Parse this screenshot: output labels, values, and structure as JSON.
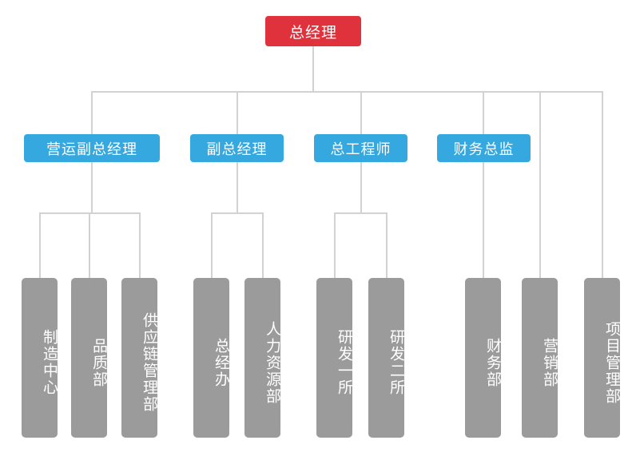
{
  "chart_data": {
    "type": "diagram",
    "title": "",
    "diagram_kind": "organization-chart",
    "orientation": "top-down",
    "colors": {
      "root": "#e0323c",
      "level2": "#35a8df",
      "leaf": "#9b9b9b",
      "connector": "#d0d2d4",
      "background": "#ffffff",
      "text": "#ffffff"
    },
    "levels": 3,
    "nodes": [
      {
        "id": "n0",
        "label": "总经理",
        "level": 1,
        "parent": null
      },
      {
        "id": "n1",
        "label": "营运副总经理",
        "level": 2,
        "parent": "n0"
      },
      {
        "id": "n2",
        "label": "副总经理",
        "level": 2,
        "parent": "n0"
      },
      {
        "id": "n3",
        "label": "总工程师",
        "level": 2,
        "parent": "n0"
      },
      {
        "id": "n4",
        "label": "财务总监",
        "level": 2,
        "parent": "n0"
      },
      {
        "id": "n5",
        "label": "制造中心",
        "level": 3,
        "parent": "n1"
      },
      {
        "id": "n6",
        "label": "品质部",
        "level": 3,
        "parent": "n1"
      },
      {
        "id": "n7",
        "label": "供应链管理部",
        "level": 3,
        "parent": "n1"
      },
      {
        "id": "n8",
        "label": "总经办",
        "level": 3,
        "parent": "n2"
      },
      {
        "id": "n9",
        "label": "人力资源部",
        "level": 3,
        "parent": "n2"
      },
      {
        "id": "n10",
        "label": "研发一所",
        "level": 3,
        "parent": "n3"
      },
      {
        "id": "n11",
        "label": "研发二所",
        "level": 3,
        "parent": "n3"
      },
      {
        "id": "n12",
        "label": "财务部",
        "level": 3,
        "parent": "n4"
      },
      {
        "id": "n13",
        "label": "营销部",
        "level": 3,
        "parent": "n0"
      },
      {
        "id": "n14",
        "label": "项目管理部",
        "level": 3,
        "parent": "n0"
      }
    ]
  },
  "root": {
    "label": "总经理"
  },
  "managers": [
    {
      "label": "营运副总经理"
    },
    {
      "label": "副总经理"
    },
    {
      "label": "总工程师"
    },
    {
      "label": "财务总监"
    }
  ],
  "departments": [
    {
      "label": "制造中心"
    },
    {
      "label": "品质部"
    },
    {
      "label": "供应链管理部"
    },
    {
      "label": "总经办"
    },
    {
      "label": "人力资源部"
    },
    {
      "label": "研发一所"
    },
    {
      "label": "研发二所"
    },
    {
      "label": "财务部"
    },
    {
      "label": "营销部"
    },
    {
      "label": "项目管理部"
    }
  ]
}
